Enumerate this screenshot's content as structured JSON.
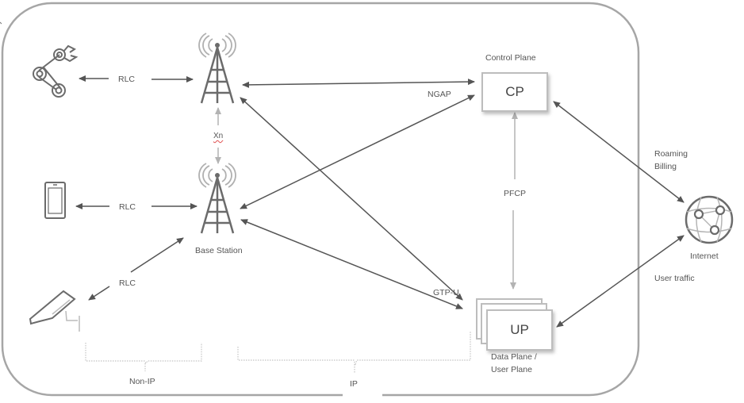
{
  "diagram": {
    "nodes": {
      "robot_arm": {
        "icon": "robot-arm-icon"
      },
      "phone": {
        "icon": "smartphone-icon"
      },
      "camera": {
        "icon": "security-camera-icon"
      },
      "base_station_top": {
        "icon": "cell-tower-icon"
      },
      "base_station_bottom": {
        "icon": "cell-tower-icon",
        "label": "Base Station"
      },
      "cp": {
        "label": "CP",
        "caption": "Control Plane"
      },
      "up": {
        "label": "UP",
        "caption_line1": "Data Plane /",
        "caption_line2": "User Plane"
      },
      "internet": {
        "icon": "globe-network-icon",
        "label": "Internet"
      }
    },
    "edge_labels": {
      "rlc_robot": "RLC",
      "rlc_phone": "RLC",
      "rlc_camera": "RLC",
      "xn": "Xn",
      "ngap": "NGAP",
      "pfcp": "PFCP",
      "gtpu": "GTP-U",
      "roaming_line1": "Roaming",
      "roaming_line2": "Billing",
      "user_traffic": "User traffic"
    },
    "groups": {
      "non_ip": "Non-IP",
      "ip": "IP"
    },
    "colors": {
      "frame": "#a6a6a6",
      "arrow_dark": "#555555",
      "arrow_light": "#b3b3b3",
      "icon": "#6b6b6b",
      "bracket": "#c4c4c4"
    }
  }
}
